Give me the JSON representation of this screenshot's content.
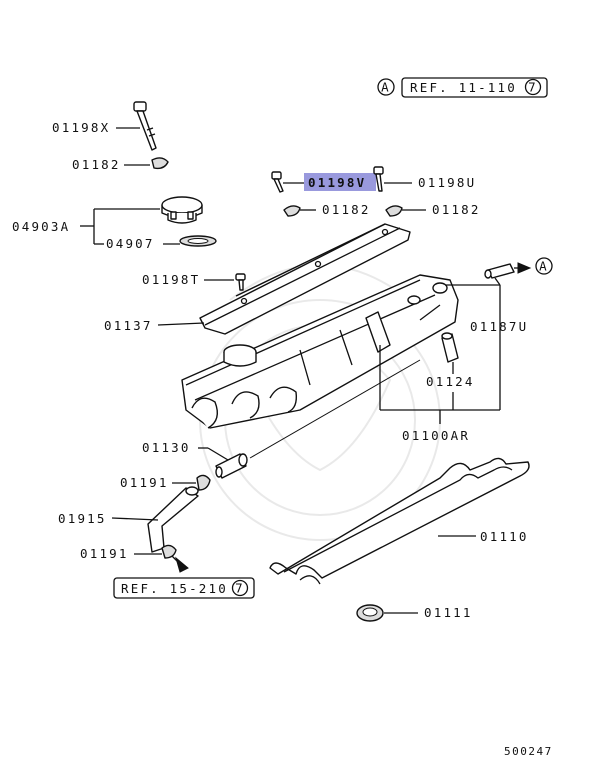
{
  "refs": {
    "top": {
      "letter": "A",
      "text": "REF. 11-110",
      "num": "7"
    },
    "bottom": {
      "text": "REF. 15-210",
      "num": "7"
    },
    "arrow_letter": "A"
  },
  "highlight": {
    "color": "#9999dd",
    "label": "01198V"
  },
  "labels": {
    "p01198X": "01198X",
    "p01182a": "01182",
    "p04903A": "04903A",
    "p04907": "04907",
    "p01198U": "01198U",
    "p01182b": "01182",
    "p01182c": "01182",
    "p01198T": "01198T",
    "p01137": "01137",
    "p01187U": "01187U",
    "p01124": "01124",
    "p01100AR": "01100AR",
    "p01130": "01130",
    "p01191a": "01191",
    "p01915": "01915",
    "p01191b": "01191",
    "p01110": "01110",
    "p01111": "01111"
  },
  "diagram_id": "500247"
}
